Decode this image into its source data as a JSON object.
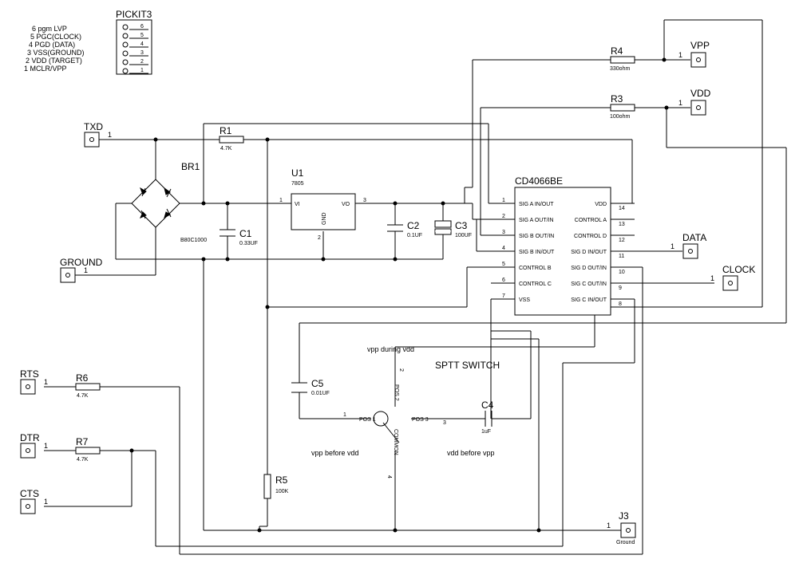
{
  "pickit": {
    "title": "PICKIT3",
    "pins": [
      "6 pgm LVP",
      "5 PGC(CLOCK)",
      "4 PGD (DATA)",
      "3 VSS(GROUND)",
      "2 VDD (TARGET)",
      "1 MCLR/VPP"
    ],
    "pin_numbers": [
      "6",
      "5",
      "4",
      "3",
      "2",
      "1"
    ]
  },
  "ports": {
    "txd": "TXD",
    "ground": "GROUND",
    "rts": "RTS",
    "dtr": "DTR",
    "cts": "CTS",
    "vpp": "VPP",
    "vdd": "VDD",
    "data": "DATA",
    "clock": "CLOCK",
    "j3": "J3",
    "j3_sub": "Ground",
    "pin_one": "1"
  },
  "parts": {
    "r1": {
      "ref": "R1",
      "value": "4.7K"
    },
    "r3": {
      "ref": "R3",
      "value": "100ohm"
    },
    "r4": {
      "ref": "R4",
      "value": "330ohm"
    },
    "r5": {
      "ref": "R5",
      "value": "100K"
    },
    "r6": {
      "ref": "R6",
      "value": "4.7K"
    },
    "r7": {
      "ref": "R7",
      "value": "4.7K"
    },
    "c1": {
      "ref": "C1",
      "value": "0.33UF"
    },
    "c2": {
      "ref": "C2",
      "value": "0.1UF"
    },
    "c3": {
      "ref": "C3",
      "value": "100UF"
    },
    "c4": {
      "ref": "C4",
      "value": "1uF"
    },
    "c5": {
      "ref": "C5",
      "value": "0.01UF"
    },
    "br1": {
      "ref": "BR1",
      "value": "B80C1000"
    },
    "u1": {
      "ref": "U1",
      "value": "7805",
      "pin_vi": "VI",
      "pin_vo": "VO",
      "pin_gnd": "GND",
      "n1": "1",
      "n2": "2",
      "n3": "3"
    }
  },
  "ic": {
    "name": "CD4066BE",
    "left_pins": [
      {
        "num": "1",
        "name": "SIG A IN/OUT"
      },
      {
        "num": "2",
        "name": "SIG A OUT/IN"
      },
      {
        "num": "3",
        "name": "SIG B OUT/IN"
      },
      {
        "num": "4",
        "name": "SIG B IN/OUT"
      },
      {
        "num": "5",
        "name": "CONTROL B"
      },
      {
        "num": "6",
        "name": "CONTROL C"
      },
      {
        "num": "7",
        "name": "VSS"
      }
    ],
    "right_pins": [
      {
        "num": "14",
        "name": "VDD"
      },
      {
        "num": "13",
        "name": "CONTROL A"
      },
      {
        "num": "12",
        "name": "CONTROL D"
      },
      {
        "num": "11",
        "name": "SIG D IN/OUT"
      },
      {
        "num": "10",
        "name": "SIG D OUT/IN"
      },
      {
        "num": "9",
        "name": "SIG C OUT/IN"
      },
      {
        "num": "8",
        "name": "SIG C IN/OUT"
      }
    ]
  },
  "switch": {
    "title": "SPTT SWITCH",
    "pos1": "POS 1",
    "pos2": "POS 2",
    "pos3": "POS 3",
    "common": "COMMON",
    "n1": "1",
    "n2": "2",
    "n3": "3",
    "n4": "4",
    "note_top": "vpp during vdd",
    "note_left": "vpp before vdd",
    "note_right": "vdd before vpp"
  }
}
